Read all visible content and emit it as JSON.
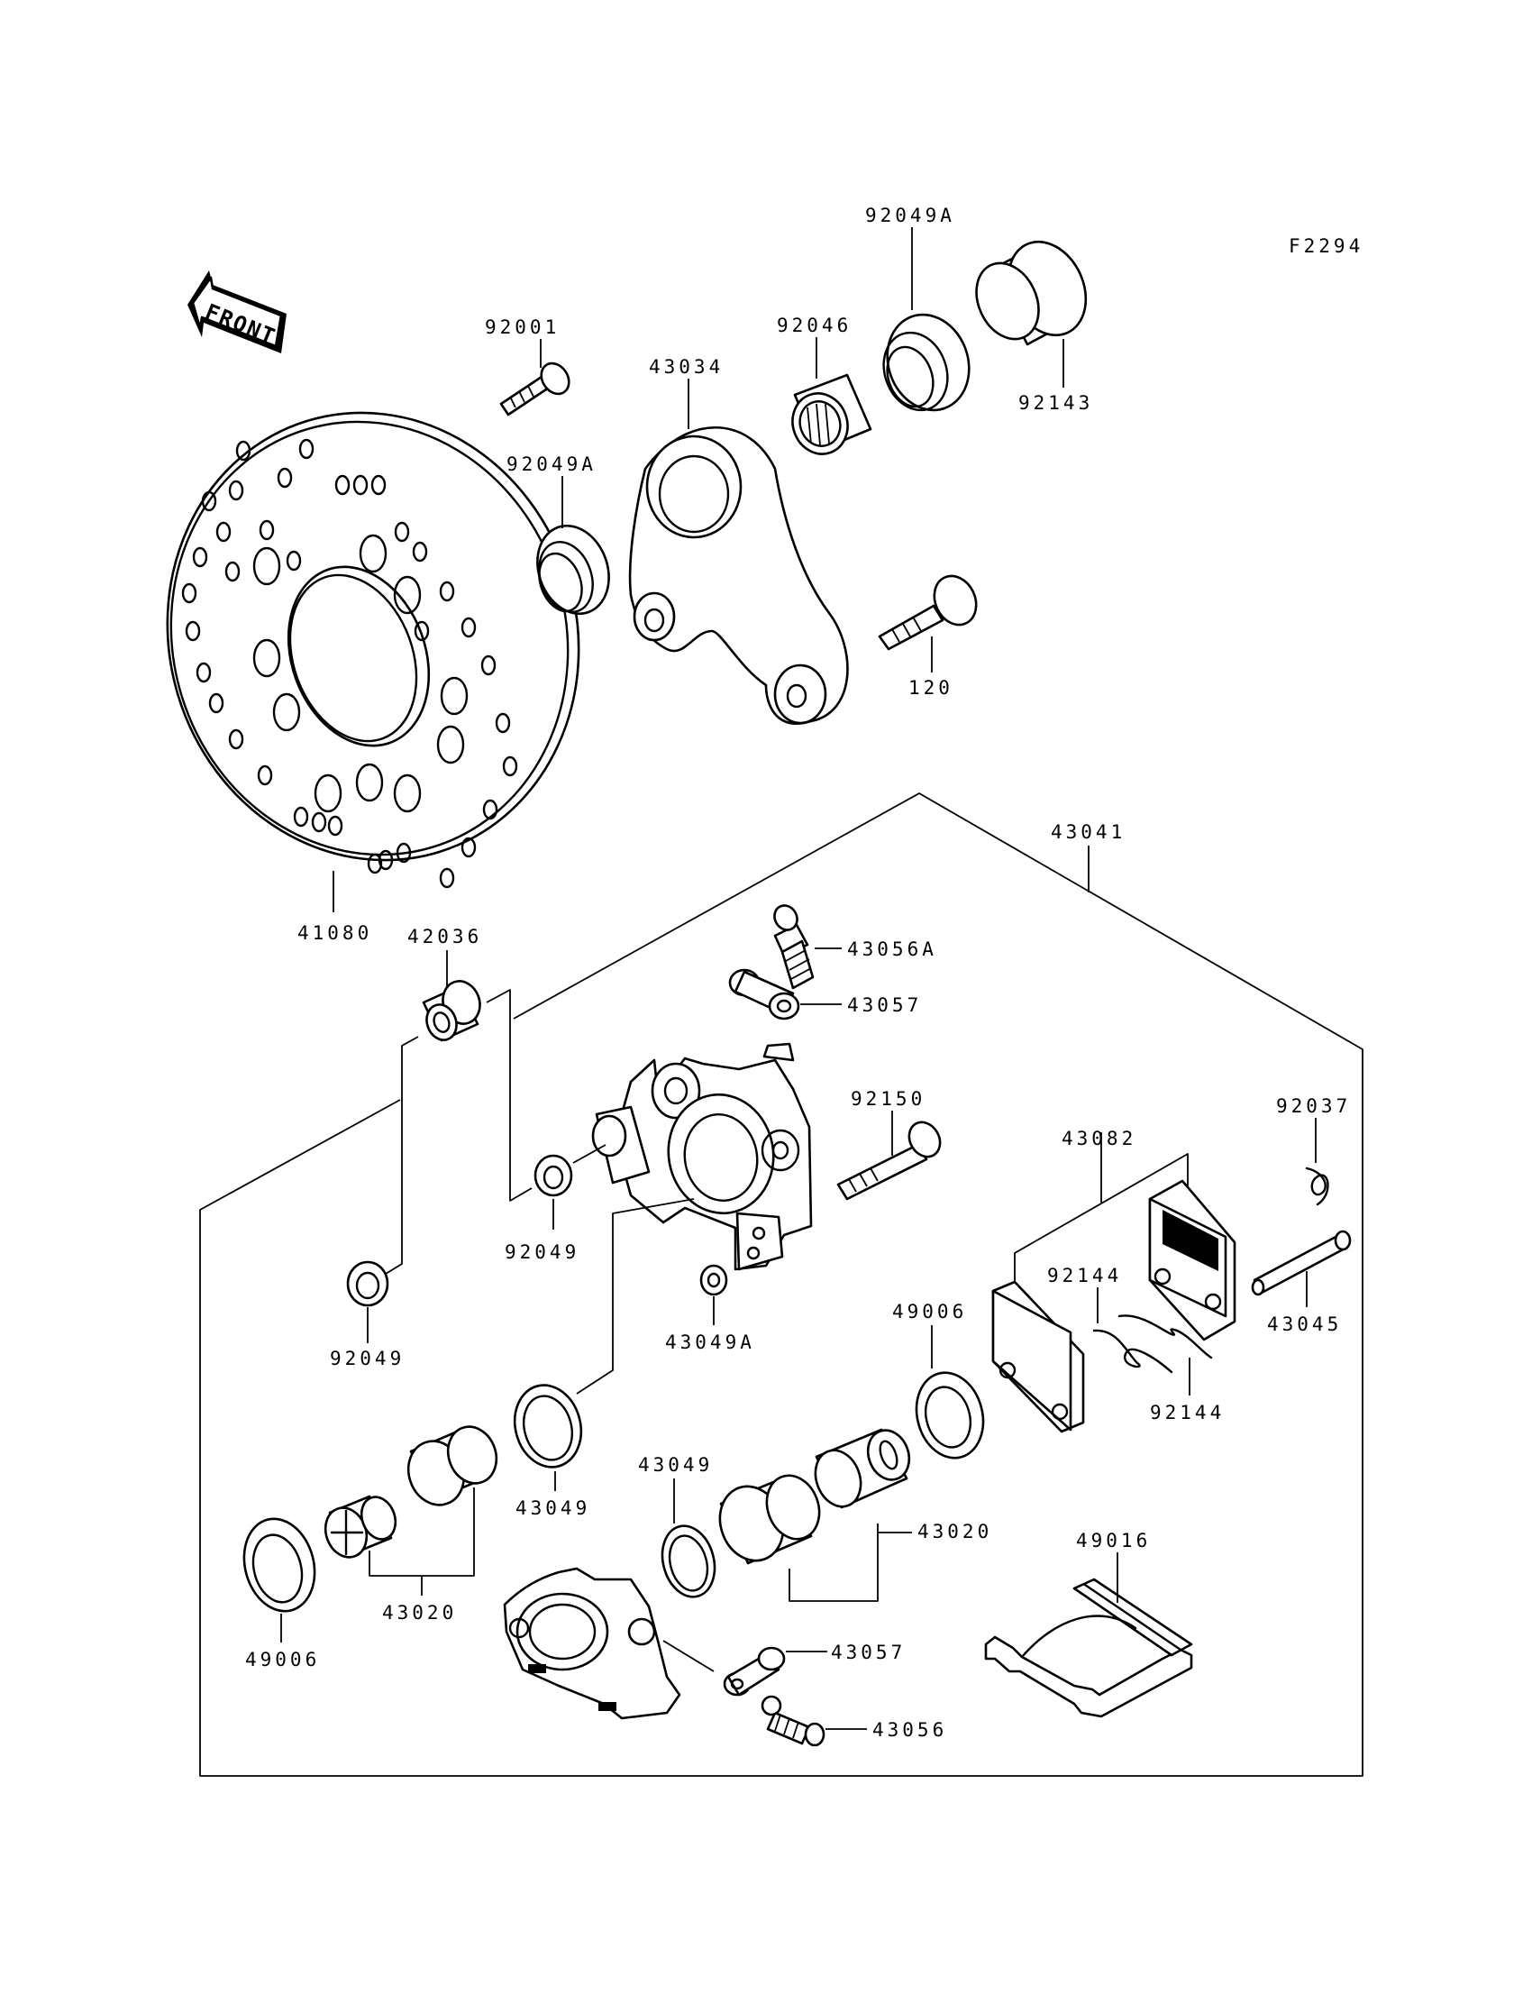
{
  "figure_code": "F2294",
  "front_label": "FRONT",
  "callouts": {
    "c92001": "92001",
    "c92049A_top": "92049A",
    "c92049A_mid": "92049A",
    "c92046": "92046",
    "c43034": "43034",
    "c92143": "92143",
    "c120": "120",
    "c41080": "41080",
    "c43041": "43041",
    "c42036": "42036",
    "c43056A": "43056A",
    "c43057_top": "43057",
    "c92150": "92150",
    "c92037": "92037",
    "c43082": "43082",
    "c92049_mid": "92049",
    "c92049_left": "92049",
    "c43049A": "43049A",
    "c92144_a": "92144",
    "c92144_b": "92144",
    "c43045": "43045",
    "c49006_right": "49006",
    "c43049_left": "43049",
    "c43049_right": "43049",
    "c43020_right": "43020",
    "c43020_left": "43020",
    "c49016": "49016",
    "c49006_left": "49006",
    "c43057_bottom": "43057",
    "c43056": "43056"
  }
}
